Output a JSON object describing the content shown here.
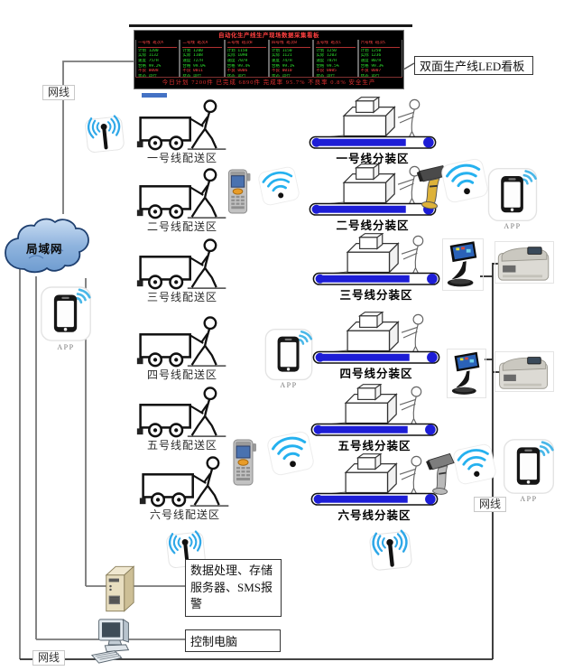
{
  "led_board": {
    "label": "双面生产线LED看板",
    "title": "自动化生产线生产现场数据采集看板",
    "marquee": "今日计划 7200件  已完成 6890件  完成率 95.7%  不良率 0.8%  安全生产",
    "columns": [
      {
        "lines": [
          {
            "t": "一号线 班次A",
            "r": true
          },
          {
            "t": "计划 1200",
            "r": false
          },
          {
            "t": "实际 1132",
            "r": false
          },
          {
            "t": "速度 75/H",
            "r": false
          },
          {
            "t": "合格 99.2%",
            "r": false
          },
          {
            "t": "不良 0008",
            "r": true
          },
          {
            "t": "状态 运行",
            "r": false
          }
        ]
      },
      {
        "lines": [
          {
            "t": "二号线 班次A",
            "r": true
          },
          {
            "t": "计划 1200",
            "r": false
          },
          {
            "t": "实际 1108",
            "r": false
          },
          {
            "t": "速度 72/H",
            "r": false
          },
          {
            "t": "合格 99.0%",
            "r": false
          },
          {
            "t": "不良 0011",
            "r": true
          },
          {
            "t": "状态 运行",
            "r": false
          }
        ]
      },
      {
        "lines": [
          {
            "t": "三号线 班次B",
            "r": true
          },
          {
            "t": "计划 1150",
            "r": false
          },
          {
            "t": "实际 1090",
            "r": false
          },
          {
            "t": "速度 70/H",
            "r": false
          },
          {
            "t": "合格 99.4%",
            "r": false
          },
          {
            "t": "不良 0006",
            "r": true
          },
          {
            "t": "状态 运行",
            "r": false
          }
        ]
      },
      {
        "lines": [
          {
            "t": "四号线 班次B",
            "r": true
          },
          {
            "t": "计划 1150",
            "r": false
          },
          {
            "t": "实际 1121",
            "r": false
          },
          {
            "t": "速度 74/H",
            "r": false
          },
          {
            "t": "合格 99.1%",
            "r": false
          },
          {
            "t": "不良 0010",
            "r": true
          },
          {
            "t": "状态 运行",
            "r": false
          }
        ]
      },
      {
        "lines": [
          {
            "t": "五号线 班次C",
            "r": true
          },
          {
            "t": "计划 1250",
            "r": false
          },
          {
            "t": "实际 1203",
            "r": false
          },
          {
            "t": "速度 78/H",
            "r": false
          },
          {
            "t": "合格 99.5%",
            "r": false
          },
          {
            "t": "不良 0005",
            "r": true
          },
          {
            "t": "状态 运行",
            "r": false
          }
        ]
      },
      {
        "lines": [
          {
            "t": "六号线 班次C",
            "r": true
          },
          {
            "t": "计划 1250",
            "r": false
          },
          {
            "t": "实际 1236",
            "r": false
          },
          {
            "t": "速度 80/H",
            "r": false
          },
          {
            "t": "合格 99.3%",
            "r": false
          },
          {
            "t": "不良 0007",
            "r": true
          },
          {
            "t": "状态 运行",
            "r": false
          }
        ]
      }
    ]
  },
  "network": {
    "lan_label": "局域网",
    "cable_label": "网线"
  },
  "rows": [
    {
      "delivery": "一号线配送区",
      "packing": "一号线分装区"
    },
    {
      "delivery": "二号线配送区",
      "packing": "二号线分装区"
    },
    {
      "delivery": "三号线配送区",
      "packing": "三号线分装区"
    },
    {
      "delivery": "四号线配送区",
      "packing": "四号线分装区"
    },
    {
      "delivery": "五号线配送区",
      "packing": "五号线分装区"
    },
    {
      "delivery": "六号线配送区",
      "packing": "六号线分装区"
    }
  ],
  "devices": {
    "app_label": "APP"
  },
  "server_box": {
    "text": "数据处理、存储服务器、SMS报警"
  },
  "control_box": {
    "label": "控制电脑"
  }
}
